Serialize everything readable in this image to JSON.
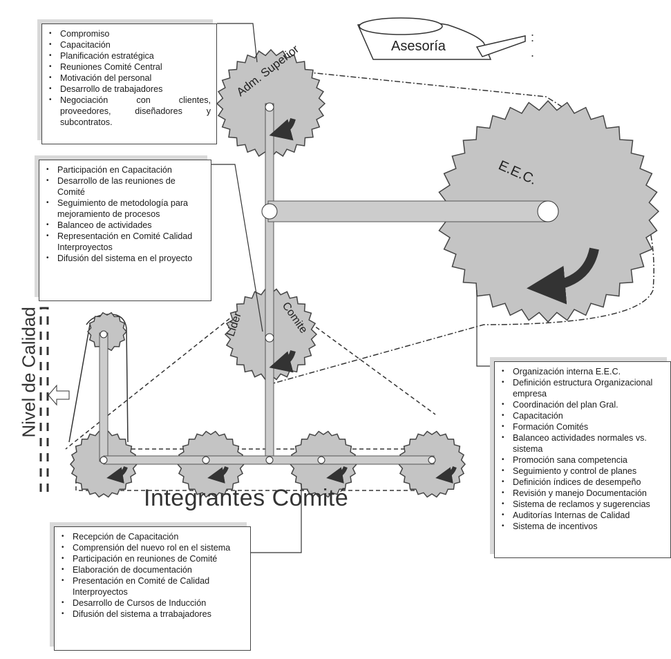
{
  "boxes": {
    "admin_superior": [
      "Compromiso",
      "Capacitación",
      "Planificación estratégica",
      "Reuniones Comité Central",
      "Motivación del personal",
      "Desarrollo de trabajadores",
      "Negociación con clientes, proveedores, diseñadores y subcontratos."
    ],
    "lider_comite": [
      "Participación en Capacitación",
      "Desarrollo de las reuniones de Comité",
      "Seguimiento de metodología para mejoramiento de procesos",
      "Balanceo de actividades",
      "Representación en Comité Calidad Interproyectos",
      "Difusión del sistema en el proyecto"
    ],
    "eec": [
      "Organización interna E.E.C.",
      "Definición estructura Organizacional empresa",
      "Coordinación del plan Gral.",
      "Capacitación",
      "Formación Comités",
      "Balanceo actividades normales vs. sistema",
      "Promoción sana competencia",
      "Seguimiento y control de planes",
      "Definición índices de desempeño",
      "Revisión y manejo Documentación",
      "Sistema de reclamos y sugerencias",
      "Auditorías Internas de Calidad",
      "Sistema de incentivos"
    ],
    "integrantes": [
      "Recepción de Capacitación",
      "Comprensión del nuevo rol en el sistema",
      "Participación en reuniones de Comité",
      "Elaboración de documentación",
      "Presentación en Comité de Calidad Interproyectos",
      "Desarrollo de Cursos de Inducción",
      "Difusión del sistema a trrabajadores"
    ]
  },
  "gears": {
    "admin": "Adm. Superior",
    "eec": "E.E.C.",
    "lider": "Lider Comite",
    "asesoria": "Asesoría"
  },
  "labels": {
    "integrantes": "Integrantes  Comité",
    "nivel": "Nivel de Calidad"
  },
  "colors": {
    "gear_fill": "#c4c4c4",
    "gear_stroke": "#444444",
    "arrow": "#333333"
  }
}
